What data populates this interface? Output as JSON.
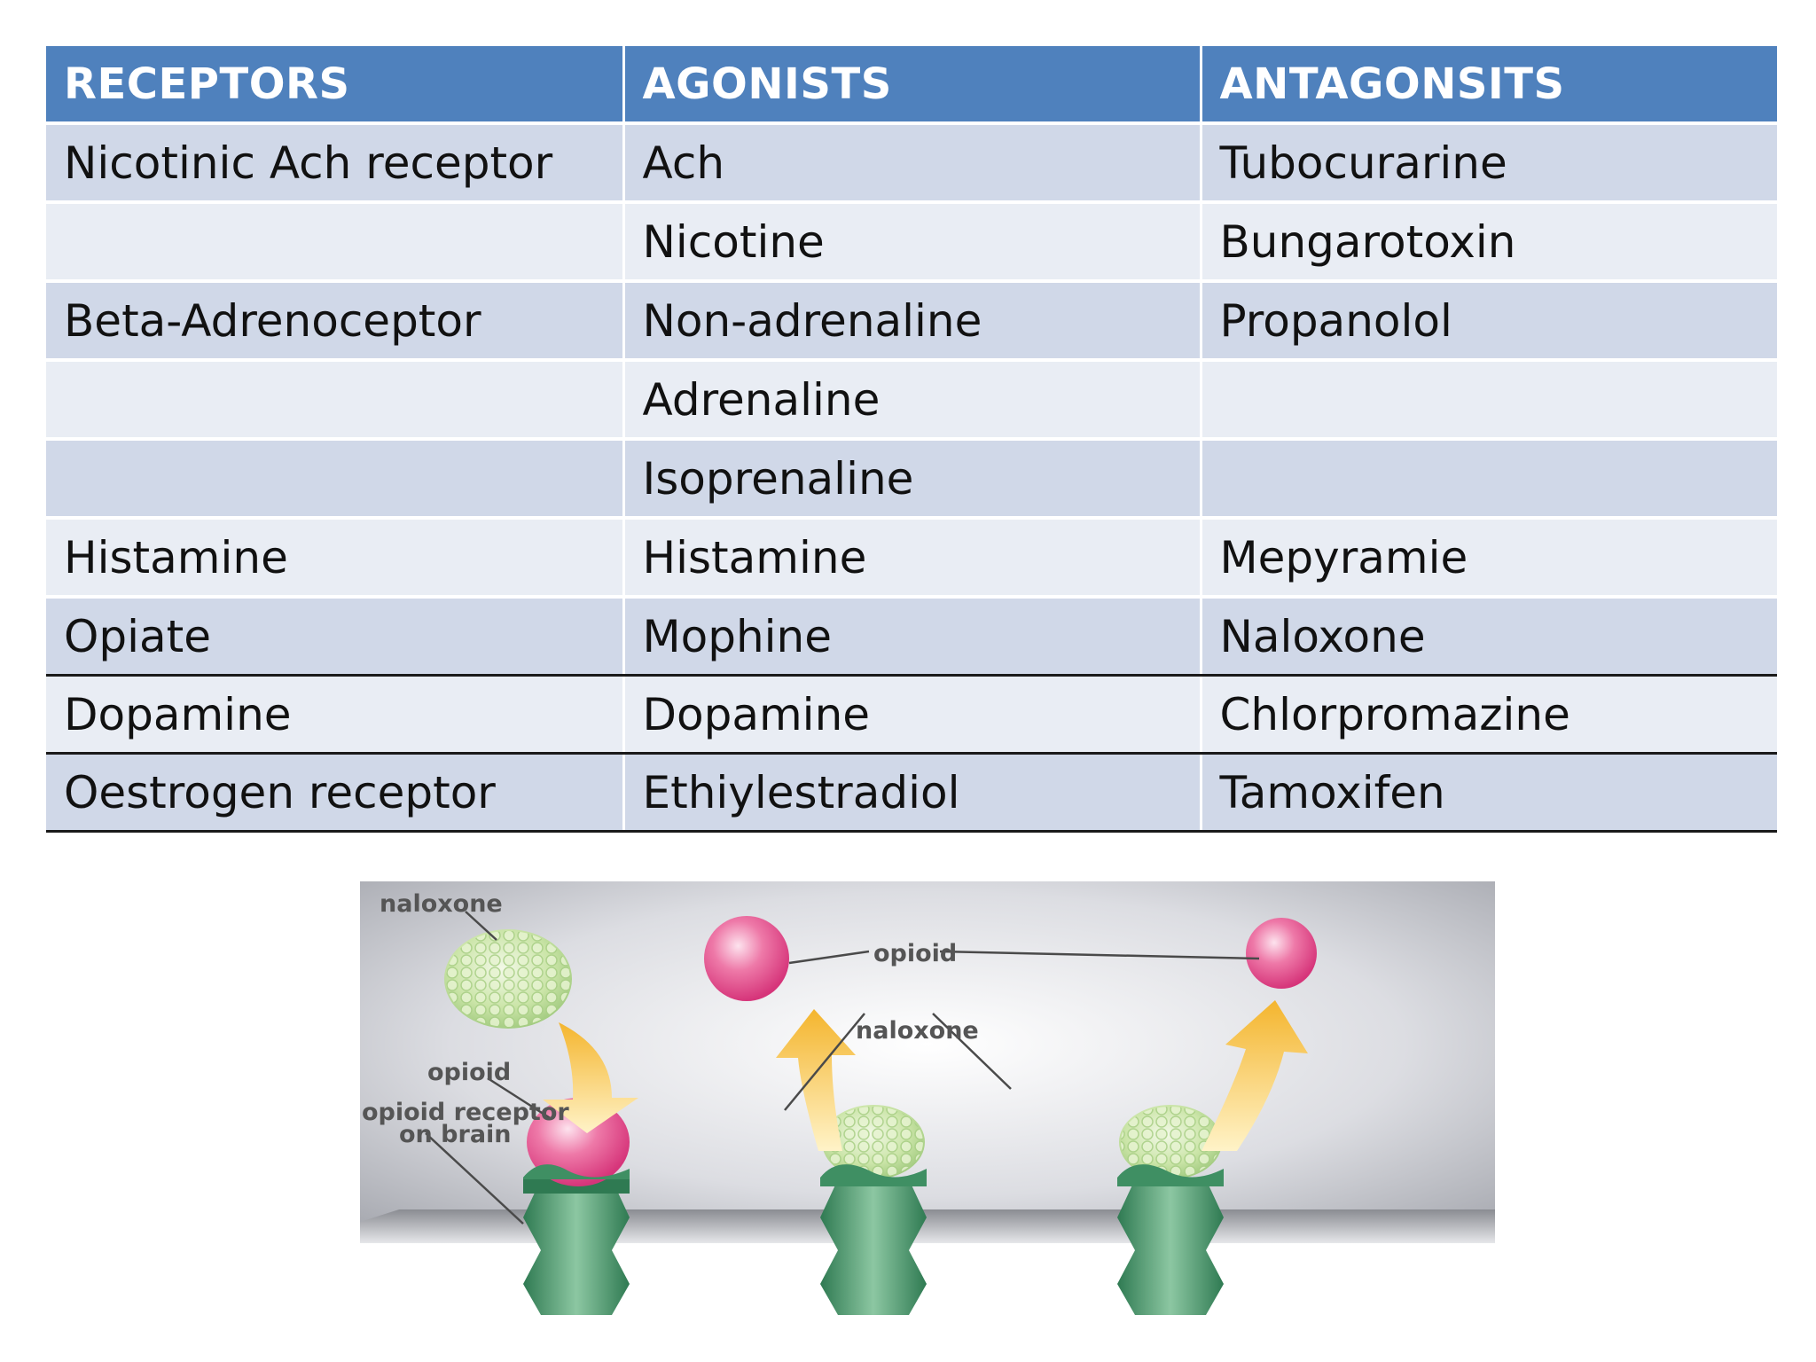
{
  "table": {
    "headers": [
      "RECEPTORS",
      "AGONISTS",
      "ANTAGONSITS"
    ],
    "rows": [
      [
        "Nicotinic Ach receptor",
        "Ach",
        "Tubocurarine"
      ],
      [
        "",
        "Nicotine",
        "Bungarotoxin"
      ],
      [
        "Beta-Adrenoceptor",
        "Non-adrenaline",
        "Propanolol"
      ],
      [
        "",
        "Adrenaline",
        ""
      ],
      [
        "",
        "Isoprenaline",
        ""
      ],
      [
        "Histamine",
        "Histamine",
        "Mepyramie"
      ],
      [
        "Opiate",
        "Mophine",
        "Naloxone"
      ],
      [
        "Dopamine",
        "Dopamine",
        "Chlorpromazine"
      ],
      [
        "Oestrogen receptor",
        "Ethiylestradiol",
        "Tamoxifen"
      ]
    ]
  },
  "figure": {
    "labels": {
      "naloxone_top_left": "naloxone",
      "opioid_left": "opioid",
      "receptor_line1": "opioid receptor",
      "receptor_line2": "on brain",
      "opioid_top": "opioid",
      "naloxone_middle": "naloxone"
    }
  },
  "colors": {
    "header_bg": "#4f81bd",
    "row_odd": "#d0d8e8",
    "row_even": "#e9edf4",
    "opioid_pink": "#e8508e",
    "naloxone_green": "#c9e3a4",
    "receptor_green": "#3f8f63",
    "arrow_yellow": "#f5c240"
  }
}
